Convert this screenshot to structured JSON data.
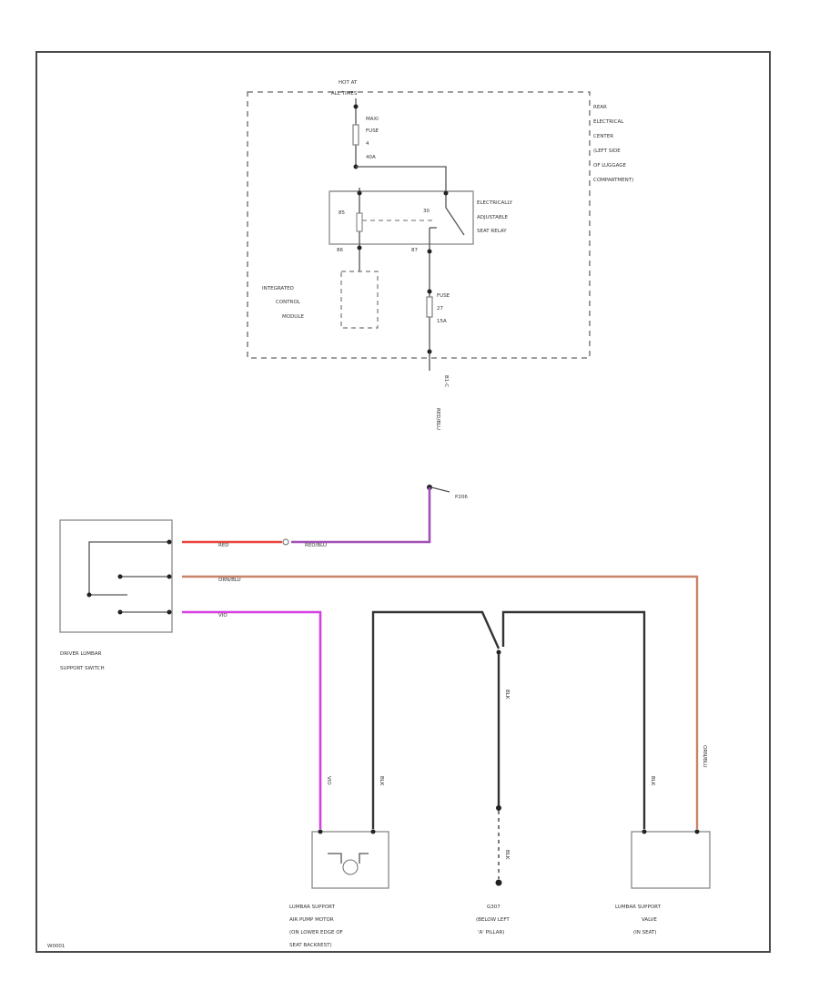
{
  "diagram": {
    "hot_at": [
      "HOT AT",
      "ALL TIMES"
    ],
    "rec_label": [
      "REAR",
      "ELECTRICAL",
      "CENTER",
      "(LEFT SIDE",
      "OF LUGGAGE",
      "COMPARTMENT)"
    ],
    "maxi_fuse": [
      "MAXI",
      "FUSE",
      "4",
      "40A"
    ],
    "relay_pins": {
      "p30": "30",
      "p87": "87",
      "p85": "85",
      "p86": "86"
    },
    "relay_label": [
      "ELECTRICALLY",
      "ADJUSTABLE",
      "SEAT RELAY"
    ],
    "icm_label": [
      "INTEGRATED",
      "CONTROL",
      "MODULE"
    ],
    "fuse_label": [
      "FUSE",
      "27",
      "15A"
    ],
    "connector_bc": "B1-C",
    "pc_wire": "RED/BLU",
    "splice": "P206",
    "red": "RED",
    "red_blu": "RED/BLU",
    "orn_blu": "ORN/BLU",
    "vio": "VIO",
    "blk": "BLK",
    "switch_label": [
      "DRIVER LUMBAR",
      "SUPPORT SWITCH"
    ],
    "motor_label": [
      "LUMBAR SUPPORT",
      "AIR PUMP MOTOR",
      "(ON LOWER EDGE OF",
      "SEAT BACKREST)"
    ],
    "ground_label": [
      "G307",
      "(BELOW LEFT",
      "'A' PILLAR)"
    ],
    "valve_label": [
      "LUMBAR SUPPORT",
      "VALVE",
      "(IN SEAT)"
    ],
    "code": "W0001"
  },
  "colors": {
    "red_wire": "#e8443a",
    "vio_wire": "#d63fe0",
    "red_blu_wire": "#b0508a",
    "orn_blu_wire": "#c9846a",
    "blk_wire": "#333333"
  }
}
